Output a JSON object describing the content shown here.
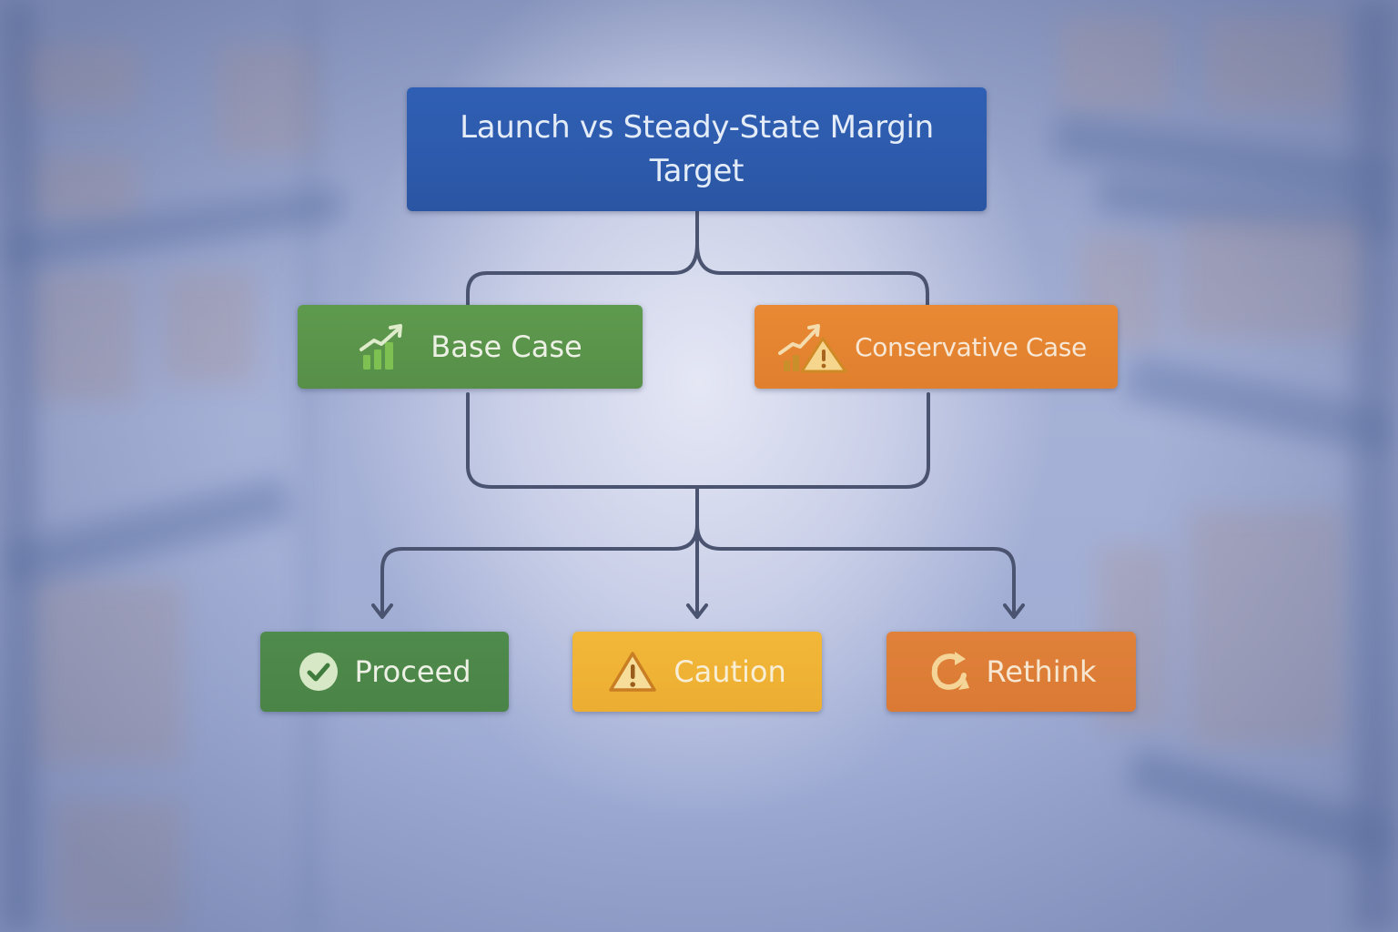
{
  "diagram": {
    "title_lines": [
      "Launch vs Steady-State Margin",
      "Target"
    ],
    "scenarios": [
      {
        "label": "Base Case",
        "icon": "growth-chart-icon",
        "color": "#5b9549"
      },
      {
        "label": "Conservative Case",
        "icon": "growth-chart-warning-icon",
        "color": "#e4842f"
      }
    ],
    "outcomes": [
      {
        "label": "Proceed",
        "icon": "check-circle-icon",
        "color": "#4e8849"
      },
      {
        "label": "Caution",
        "icon": "warning-triangle-icon",
        "color": "#efb335"
      },
      {
        "label": "Rethink",
        "icon": "refresh-cycle-icon",
        "color": "#dd7e37"
      }
    ],
    "colors": {
      "title_box": "#2d5aab",
      "connector": "#4a5470",
      "background": "#a6b1d6"
    }
  }
}
